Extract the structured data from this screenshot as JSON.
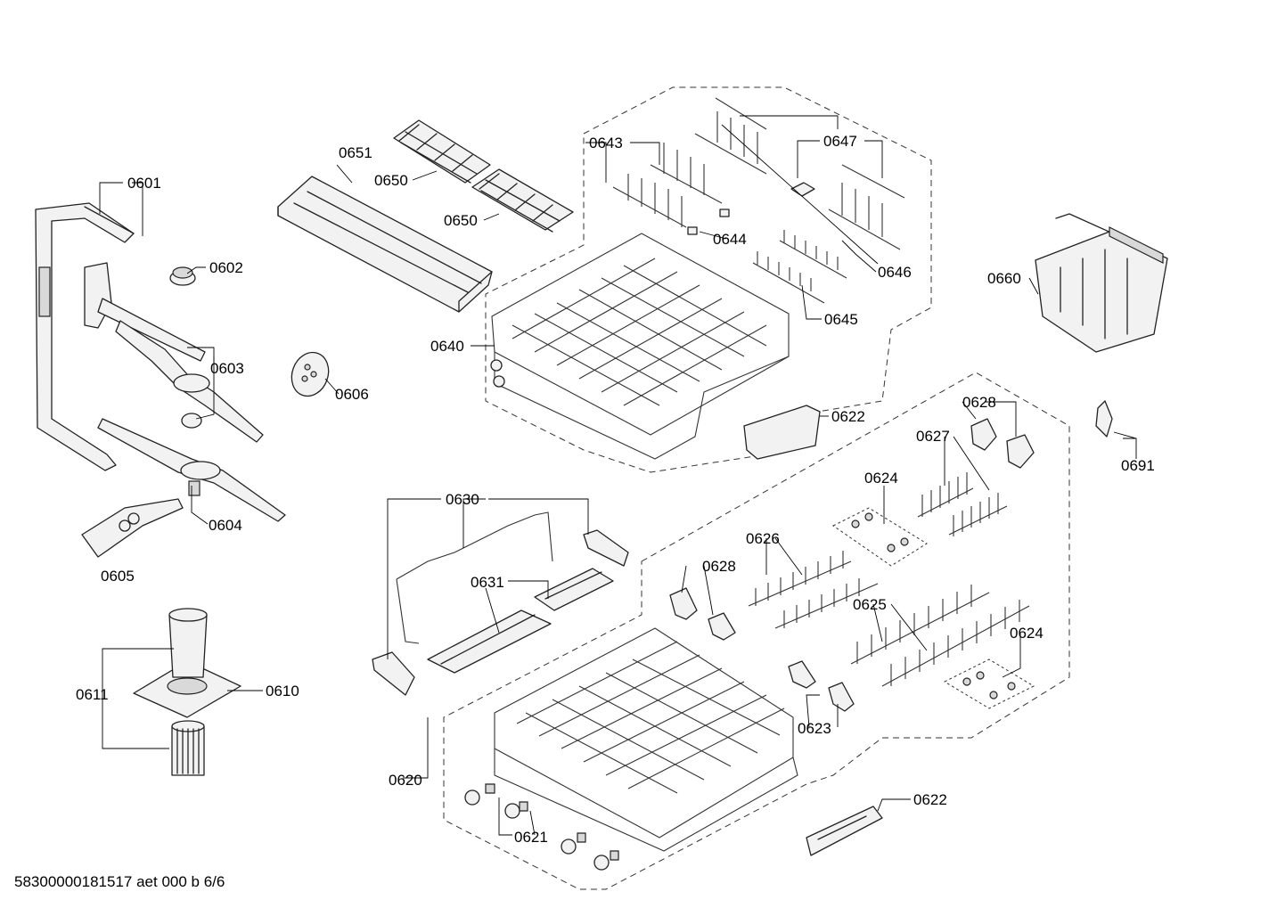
{
  "document_id": "58300000181517 aet 000 b 6/6",
  "part_labels": [
    "0601",
    "0602",
    "0603",
    "0604",
    "0605",
    "0606",
    "0610",
    "0611",
    "0620",
    "0621",
    "0622",
    "0622",
    "0623",
    "0624",
    "0624",
    "0625",
    "0626",
    "0627",
    "0628",
    "0628",
    "0630",
    "0631",
    "0640",
    "0643",
    "0644",
    "0645",
    "0646",
    "0647",
    "0650",
    "0650",
    "0651",
    "0660",
    "0691"
  ]
}
